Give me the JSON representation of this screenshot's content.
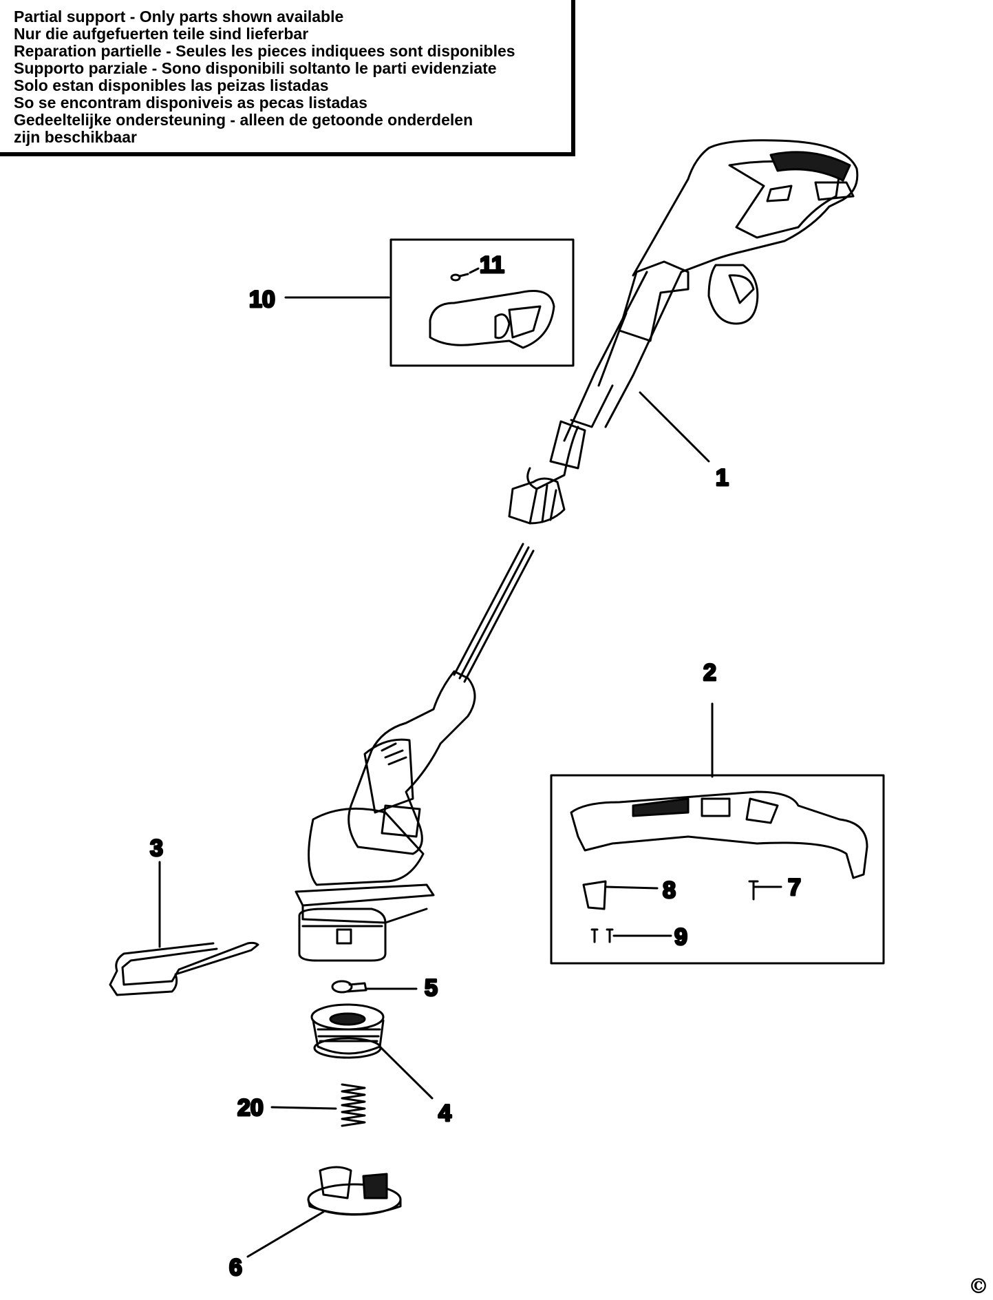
{
  "notice": {
    "lines": [
      "Partial support - Only parts shown available",
      "Nur die aufgefuerten teile sind lieferbar",
      "Reparation partielle - Seules les pieces indiquees sont disponibles",
      "Supporto parziale - Sono disponibili soltanto le parti evidenziate",
      "Solo estan disponibles las peizas listadas",
      "So se encontram disponiveis as pecas listadas",
      "Gedeeltelijke ondersteuning - alleen de getoonde onderdelen",
      "zijn beschikbaar"
    ]
  },
  "callouts": {
    "p1": "1",
    "p2": "2",
    "p3": "3",
    "p4": "4",
    "p5": "5",
    "p6": "6",
    "p7": "7",
    "p8": "8",
    "p9": "9",
    "p10": "10",
    "p11": "11",
    "p20": "20"
  },
  "copyright_symbol": "©",
  "colors": {
    "ink": "#000000",
    "paper": "#ffffff",
    "shade": "#1a1a1a"
  }
}
